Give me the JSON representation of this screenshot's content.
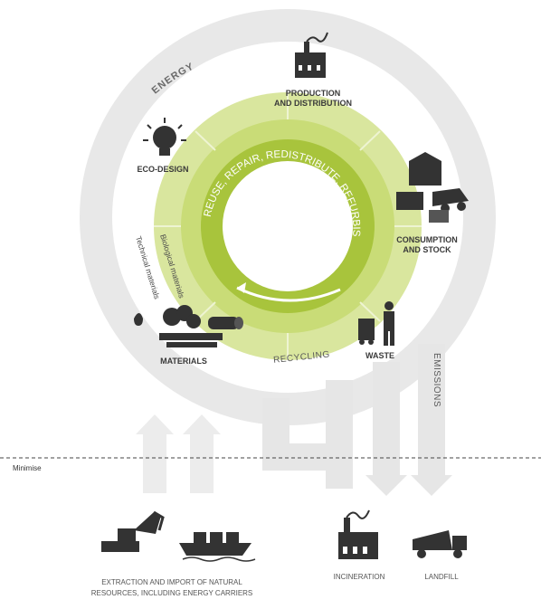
{
  "diagram": {
    "energy_label": "ENERGY",
    "emissions_label": "EMISSIONS",
    "recycling_label": "RECYCLING",
    "inner_ring_text": "REUSE, REPAIR, REDISTRIBUTE, REFURBISH, REMANUFACTURE",
    "stages": {
      "production_line1": "PRODUCTION",
      "production_line2": "AND DISTRIBUTION",
      "consumption_line1": "CONSUMPTION",
      "consumption_line2": "AND STOCK",
      "waste": "WASTE",
      "materials": "MATERIALS",
      "eco_design": "ECO-DESIGN"
    },
    "materials_biological": "Biological materials",
    "materials_technical": "Technical materials",
    "minimise_label": "Minimise",
    "bottom": {
      "extraction_line1": "EXTRACTION AND IMPORT OF NATURAL",
      "extraction_line2": "RESOURCES, INCLUDING ENERGY CARRIERS",
      "incineration": "INCINERATION",
      "landfill": "LANDFILL"
    },
    "colors": {
      "light_green": "#d8e59a",
      "mid_green": "#c2d86a",
      "bright_green": "#a6c43a",
      "grey_band": "#e6e6e6",
      "icon_dark": "#333333"
    }
  }
}
